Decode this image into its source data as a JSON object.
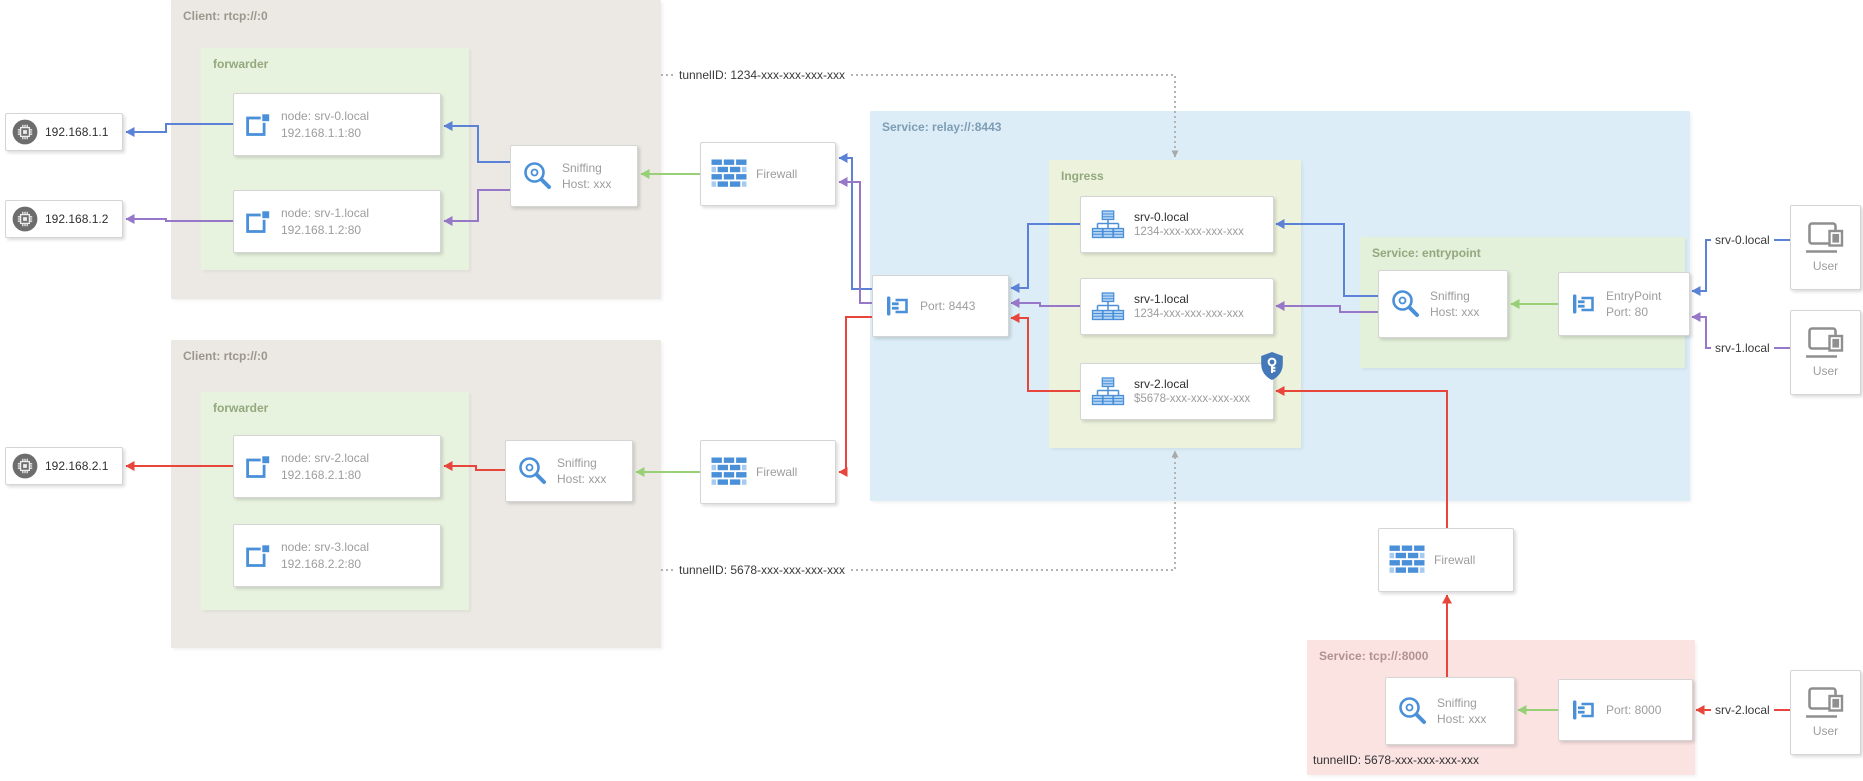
{
  "containers": {
    "client_top": "Client: rtcp://:0",
    "forwarder_top": "forwarder",
    "client_bottom": "Client: rtcp://:0",
    "forwarder_bottom": "forwarder",
    "relay": "Service: relay://:8443",
    "ingress": "Ingress",
    "entrypoint": "Service: entrypoint",
    "tcp": "Service: tcp://:8000",
    "tcp_footer": "tunnelID: 5678-xxx-xxx-xxx-xxx"
  },
  "ips": {
    "ip1": "192.168.1.1",
    "ip2": "192.168.1.2",
    "ip3": "192.168.2.1"
  },
  "nodes": {
    "n0": {
      "l1": "node: srv-0.local",
      "l2": "192.168.1.1:80"
    },
    "n1": {
      "l1": "node: srv-1.local",
      "l2": "192.168.1.2:80"
    },
    "n2": {
      "l1": "node: srv-2.local",
      "l2": "192.168.2.1:80"
    },
    "n3": {
      "l1": "node: srv-3.local",
      "l2": "192.168.2.2:80"
    }
  },
  "sniffing": {
    "l1": "Sniffing",
    "l2": "Host: xxx"
  },
  "firewall": "Firewall",
  "port8443": "Port: 8443",
  "ingress_items": {
    "i0": {
      "name": "srv-0.local",
      "id": "1234-xxx-xxx-xxx-xxx"
    },
    "i1": {
      "name": "srv-1.local",
      "id": "1234-xxx-xxx-xxx-xxx"
    },
    "i2": {
      "name": "srv-2.local",
      "id": "$5678-xxx-xxx-xxx-xxx"
    }
  },
  "entrypoint_box": {
    "l1": "EntryPoint",
    "l2": "Port: 80"
  },
  "port8000": "Port: 8000",
  "user": "User",
  "line_labels": {
    "srv0": "srv-0.local",
    "srv1": "srv-1.local",
    "srv2": "srv-2.local"
  },
  "tunnels": {
    "top": "tunnelID: 1234-xxx-xxx-xxx-xxx",
    "bottom": "tunnelID: 5678-xxx-xxx-xxx-xxx"
  },
  "colors": {
    "blue": "#5b82d6",
    "purple": "#9777c8",
    "red": "#e8463c",
    "green": "#97d077",
    "bg-client": "#ece9e4",
    "bg-forwarder": "#e8f3df",
    "bg-relay": "#dcedf7",
    "bg-ingress": "#ecf2dc",
    "bg-entry": "#e3f0da",
    "bg-tcp": "#fbe3e2"
  }
}
